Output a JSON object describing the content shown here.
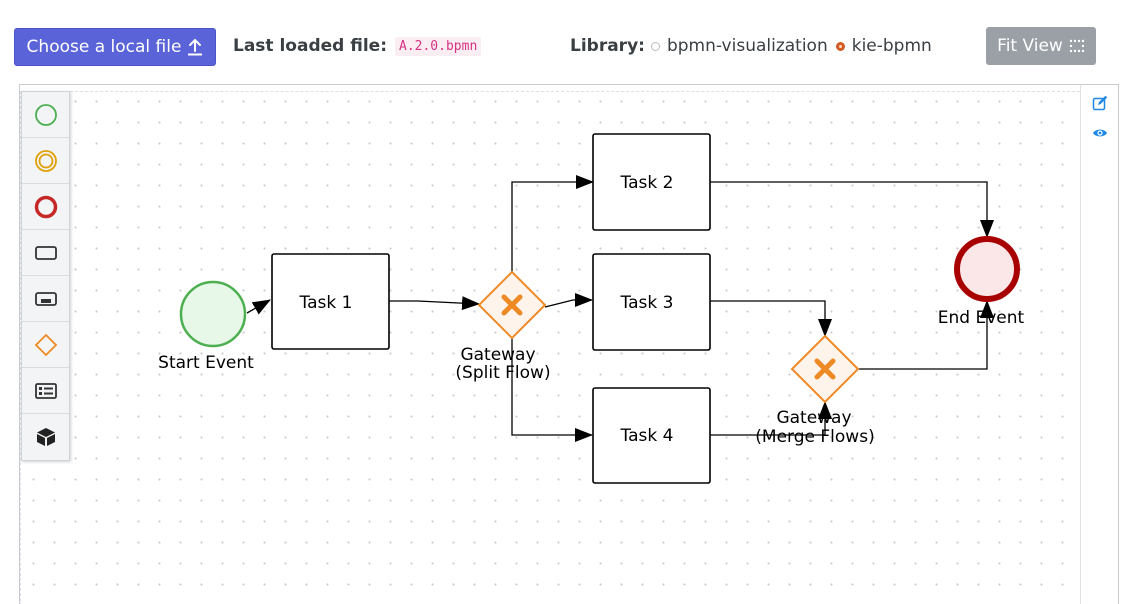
{
  "toolbar": {
    "choose_file_label": "Choose a local file",
    "last_loaded_label": "Last loaded file:",
    "last_loaded_file": "A.2.0.bpmn",
    "library_label": "Library:",
    "library_options": [
      {
        "label": "bpmn-visualization",
        "selected": false
      },
      {
        "label": "kie-bpmn",
        "selected": true
      }
    ],
    "fit_view_label": "Fit View"
  },
  "palette": {
    "items": [
      {
        "icon": "start-event-icon"
      },
      {
        "icon": "intermediate-event-icon"
      },
      {
        "icon": "end-event-icon"
      },
      {
        "icon": "task-icon"
      },
      {
        "icon": "subprocess-icon"
      },
      {
        "icon": "gateway-icon"
      },
      {
        "icon": "lane-icon"
      },
      {
        "icon": "artifact-cube-icon"
      }
    ]
  },
  "side_icons": [
    {
      "icon": "edit-icon",
      "color": "#1e88e5"
    },
    {
      "icon": "eye-icon",
      "color": "#1e88e5"
    }
  ],
  "diagram": {
    "start_event": {
      "label": "Start Event"
    },
    "task1": {
      "label": "Task 1"
    },
    "task2": {
      "label": "Task 2"
    },
    "task3": {
      "label": "Task 3"
    },
    "task4": {
      "label": "Task 4"
    },
    "split_gateway": {
      "label_line1": "Gateway",
      "label_line2": "(Split Flow)"
    },
    "merge_gateway": {
      "label_line1": "Gateway",
      "label_line2": "(Merge Flows)"
    },
    "end_event": {
      "label": "End Event"
    }
  },
  "colors": {
    "choose_button": "#5a63d8",
    "fit_button": "#9aa0a6",
    "start_event_stroke": "#4caf50",
    "start_event_fill": "#e8f8e8",
    "gateway_stroke": "#ee8a25",
    "gateway_fill": "#fff4ec",
    "end_event_stroke": "#a80000",
    "end_event_fill": "#fbe7e7"
  }
}
